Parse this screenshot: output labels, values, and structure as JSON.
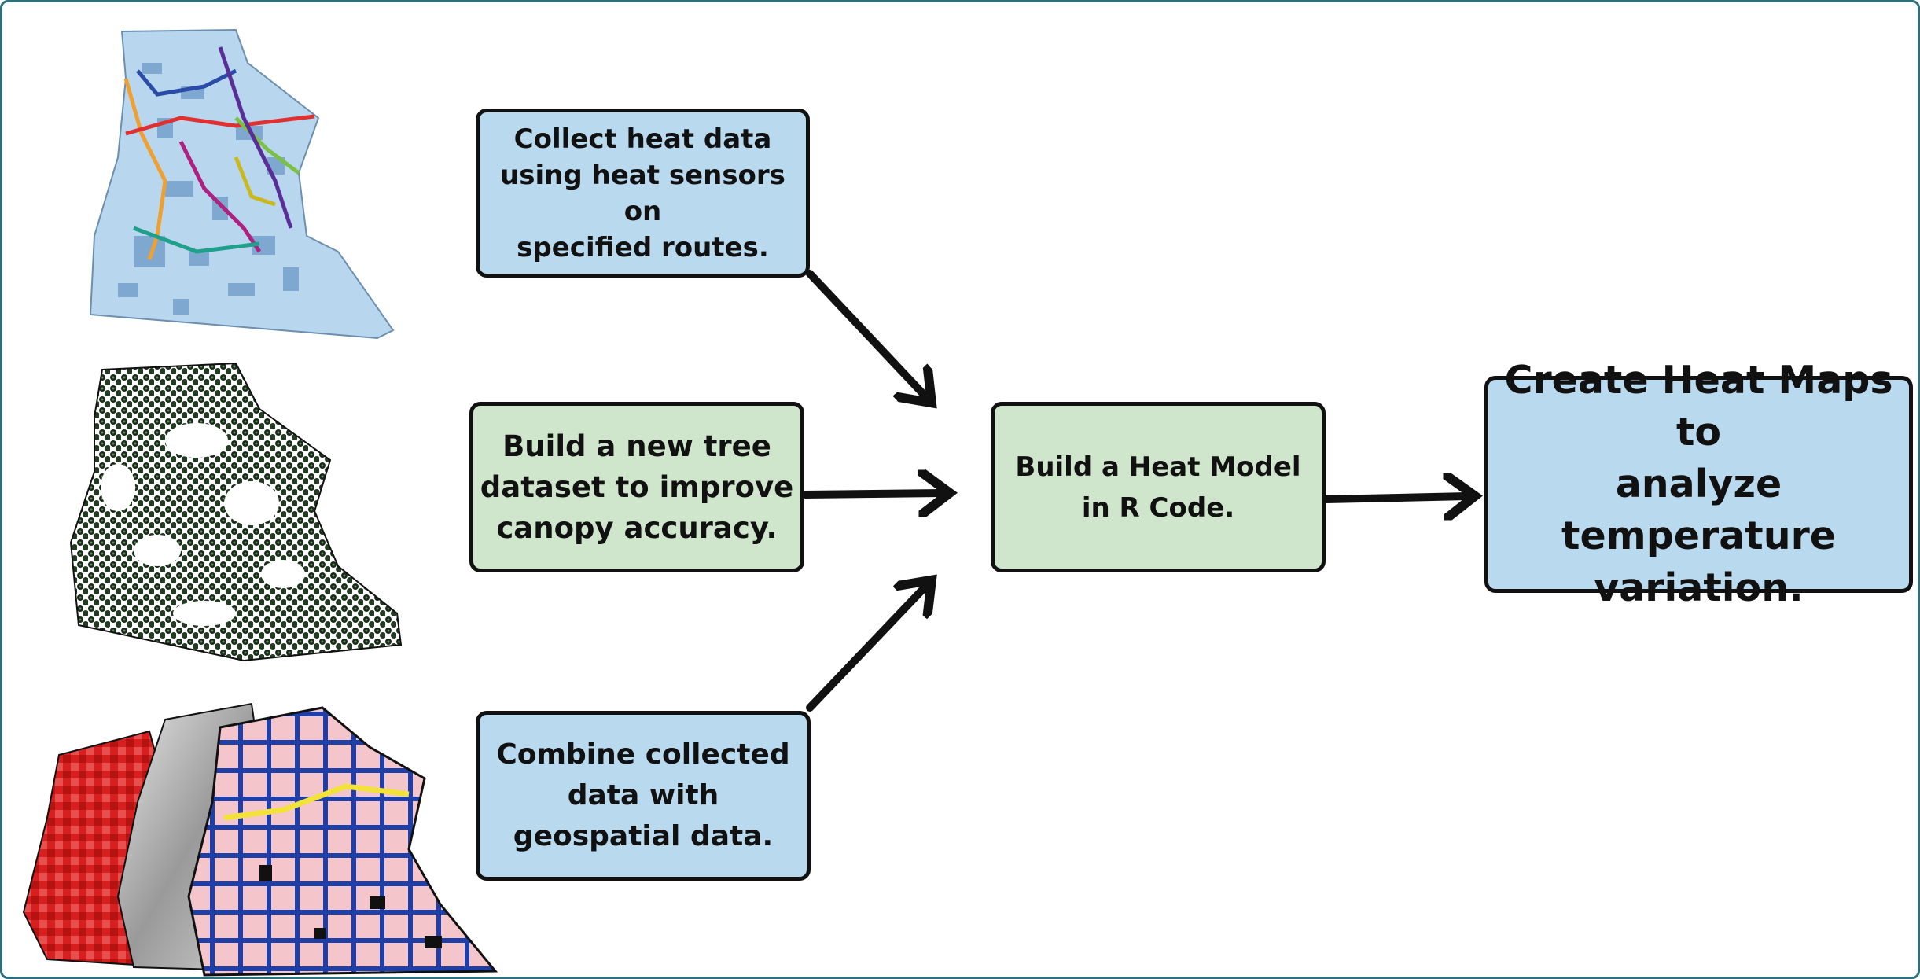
{
  "colors": {
    "frame": "#2f6f7a",
    "box_blue": "#b9d9ef",
    "box_green": "#cfe6cc",
    "arrow": "#111111"
  },
  "icons": [
    "route-map-image",
    "tree-canopy-map-image",
    "geospatial-layers-image"
  ],
  "steps": {
    "collect": "Collect heat data\nusing heat sensors on\nspecified routes.",
    "tree": "Build a new tree\ndataset to improve\ncanopy accuracy.",
    "combine": "Combine collected\ndata with\ngeospatial data.",
    "model": "Build a Heat Model\nin R Code.",
    "maps": "Create Heat Maps to\nanalyze temperature\nvariation."
  }
}
